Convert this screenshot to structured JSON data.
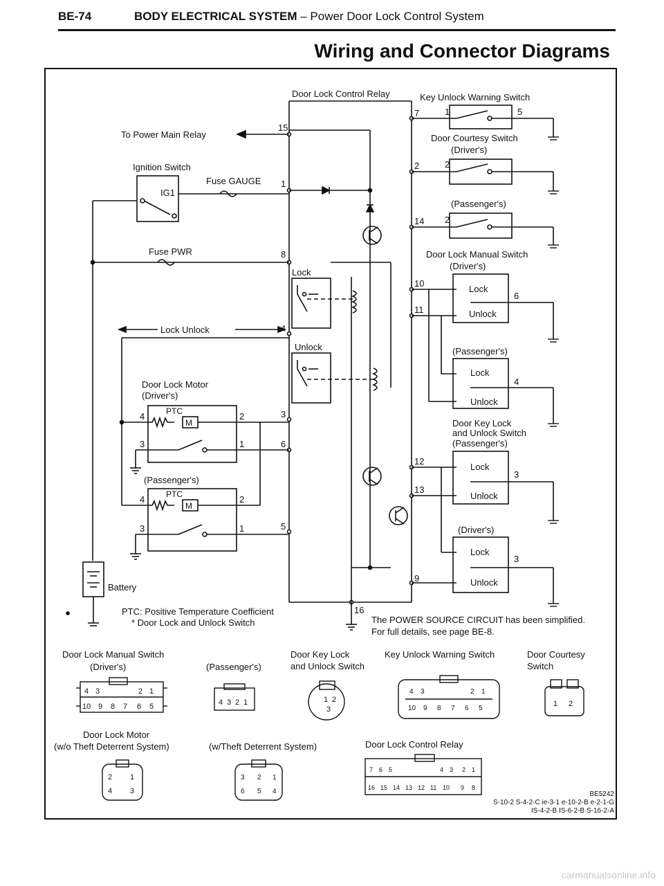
{
  "header": {
    "page_number": "BE-74",
    "section": "BODY ELECTRICAL SYSTEM",
    "subsection": "Power Door Lock Control System"
  },
  "title": "Wiring and Connector Diagrams",
  "relay": {
    "title": "Door Lock Control Relay",
    "to_main_relay": "To Power Main Relay",
    "lock_unlock": "Lock  Unlock",
    "lock": "Lock",
    "unlock": "Unlock",
    "pins": {
      "p15": "15",
      "p1": "1",
      "p8": "8",
      "p4": "4",
      "p3": "3",
      "p6": "6",
      "p5": "5",
      "p16": "16",
      "p7": "7",
      "p2": "2",
      "p14": "14",
      "p10": "10",
      "p11": "11",
      "p12": "12",
      "p13": "13",
      "p9": "9"
    }
  },
  "ignition": {
    "label": "Ignition Switch",
    "ig1": "IG1",
    "fuse_gauge": "Fuse GAUGE",
    "fuse_pwr": "Fuse PWR"
  },
  "motors": {
    "driver": "Door Lock Motor\n(Driver's)",
    "passenger": "(Passenger's)",
    "ptc": "PTC",
    "m": "M",
    "pins": {
      "p4": "4",
      "p2": "2",
      "p3": "3",
      "p1": "1"
    }
  },
  "battery": "Battery",
  "notes": {
    "ptc": "PTC:  Positive Temperature Coefficient",
    "star": "* Door Lock and Unlock Switch",
    "power": "The POWER SOURCE CIRCUIT has been simplified.",
    "details": "For full details, see page BE-8."
  },
  "right_switches": {
    "key_unlock_warning": "Key Unlock Warning Switch",
    "door_courtesy": "Door Courtesy Switch",
    "drivers": "(Driver's)",
    "passengers": "(Passenger's)",
    "manual": "Door Lock Manual Switch",
    "key_lock": "Door Key Lock\nand Unlock Switch",
    "lock": "Lock",
    "unlock": "Unlock",
    "pins": {
      "p1": "1",
      "p2": "2",
      "p3": "3",
      "p4": "4",
      "p5": "5",
      "p6": "6"
    }
  },
  "connectors": {
    "manual_switch": "Door Lock Manual Switch",
    "drivers": "(Driver's)",
    "passengers": "(Passenger's)",
    "key_lock": "Door Key Lock\nand Unlock Switch",
    "key_warning": "Key Unlock Warning Switch",
    "courtesy": "Door Courtesy\nSwitch",
    "motor": "Door Lock Motor\n(w/o Theft Deterrent System)",
    "theft": "(w/Theft Deterrent System)",
    "relay": "Door Lock Control Relay",
    "manual_top": [
      "4",
      "3",
      "2",
      "1"
    ],
    "manual_bottom": [
      "10",
      "9",
      "8",
      "7",
      "6",
      "5"
    ],
    "pass_pins": [
      "4",
      "3",
      "2",
      "1"
    ],
    "key_pins": [
      "1",
      "2",
      "3"
    ],
    "kw_top": [
      "4",
      "3",
      "2",
      "1"
    ],
    "kw_bottom": [
      "10",
      "9",
      "8",
      "7",
      "6",
      "5"
    ],
    "court_pins": [
      "1",
      "2"
    ],
    "motor_pins": [
      "2",
      "1",
      "4",
      "3"
    ],
    "theft_pins": [
      "3",
      "2",
      "1",
      "6",
      "5",
      "4"
    ],
    "relay_top": [
      "7",
      "6",
      "5",
      "4",
      "3",
      "2",
      "1"
    ],
    "relay_bottom": [
      "16",
      "15",
      "14",
      "13",
      "12",
      "11",
      "10",
      "9",
      "8"
    ]
  },
  "footer": {
    "code": "BE5242",
    "refs1": "S-10-2 S-4-2-C ie-3-1 e-10-2-B e-2-1-G",
    "refs2": "IS-4-2-B IS-6-2-B S-16-2-A"
  },
  "watermark": "carmanualsonline.info"
}
